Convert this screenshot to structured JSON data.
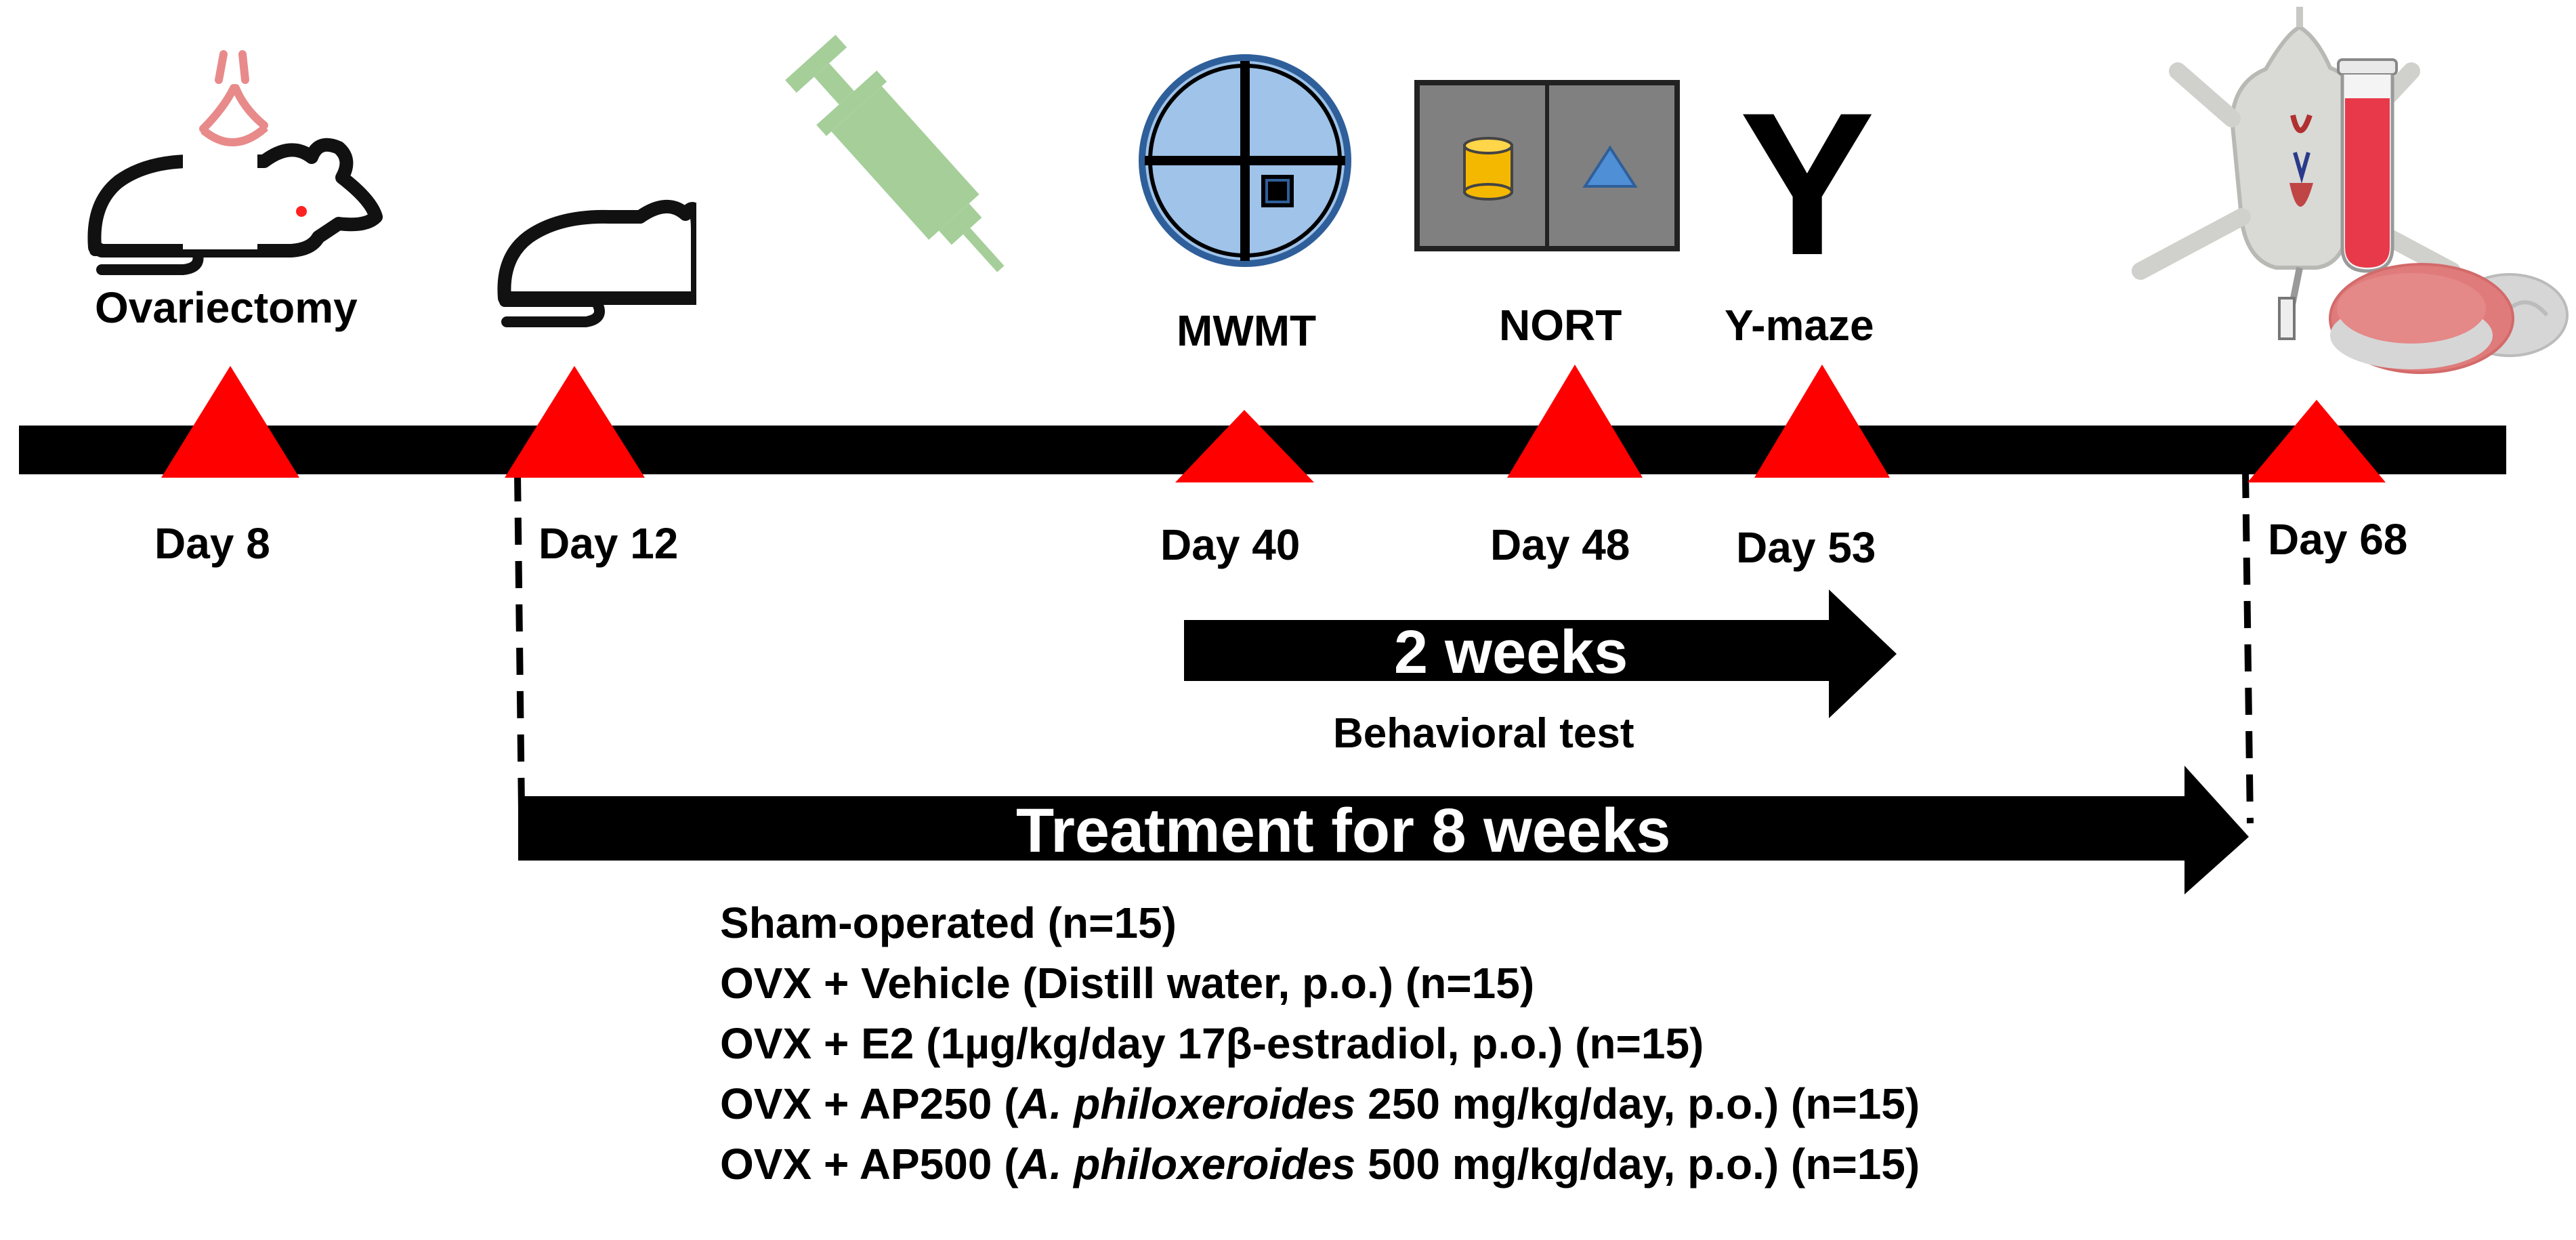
{
  "events": [
    {
      "id": "ovariectomy",
      "label": "Ovariectomy",
      "day": "Day 8"
    },
    {
      "id": "treatment-start",
      "label": "",
      "day": "Day 12"
    },
    {
      "id": "mwmt",
      "label": "MWMT",
      "day": "Day 40"
    },
    {
      "id": "nort",
      "label": "NORT",
      "day": "Day 48"
    },
    {
      "id": "ymaze",
      "label": "Y-maze",
      "day": "Day 53"
    },
    {
      "id": "sacrifice",
      "label": "",
      "day": "Day 68"
    }
  ],
  "behavioral_arrow": {
    "label": "2 weeks",
    "sublabel": "Behavioral test"
  },
  "treatment_arrow": {
    "label": "Treatment for 8 weeks"
  },
  "ymaze_icon_letter": "Y",
  "groups": [
    {
      "prefix": "Sham-operated (n=15)",
      "italic": "",
      "suffix": ""
    },
    {
      "prefix": "OVX + Vehicle (Distill water, p.o.) (n=15)",
      "italic": "",
      "suffix": ""
    },
    {
      "prefix": "OVX + E2 (1µg/kg/day 17β-estradiol, p.o.) (n=15)",
      "italic": "",
      "suffix": ""
    },
    {
      "prefix": "OVX + AP250 (",
      "italic": "A. philoxeroides",
      "suffix": " 250 mg/kg/day, p.o.) (n=15)"
    },
    {
      "prefix": "OVX + AP500 (",
      "italic": "A. philoxeroides",
      "suffix": " 500 mg/kg/day, p.o.) (n=15)"
    }
  ],
  "colors": {
    "timeline": "#000000",
    "marker": "#ff0000",
    "syringe": "#9cc98f",
    "maze_fill": "#9fc3e9",
    "maze_stroke": "#2f5f9a",
    "nort_box": "#808080",
    "nort_cylinder": "#f5b800",
    "nort_triangle": "#4f8fd6",
    "blood": "#e8394a",
    "brain": "#e07b7b"
  }
}
